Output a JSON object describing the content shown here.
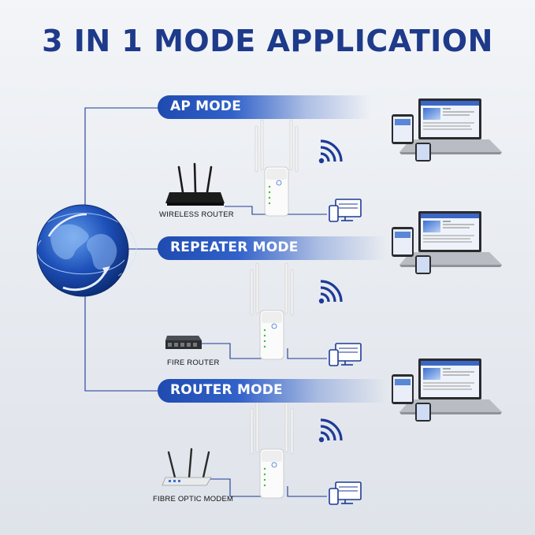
{
  "title": "3 IN 1 MODE APPLICATION",
  "modes": [
    {
      "name": "AP MODE",
      "source_device": "WIRELESS ROUTER"
    },
    {
      "name": "REPEATER MODE",
      "source_device": "FIRE ROUTER"
    },
    {
      "name": "ROUTER MODE",
      "source_device": "FIBRE OPTIC MODEM"
    }
  ],
  "colors": {
    "accent": "#1f4bb0",
    "title": "#1e3a8a",
    "globe": "#1d4fb8"
  },
  "icons": [
    "globe-icon",
    "router-icon",
    "switch-icon",
    "modem-icon",
    "repeater-icon",
    "wifi-icon",
    "desktop-phone-icon",
    "laptop-tablet-phone-icon"
  ]
}
